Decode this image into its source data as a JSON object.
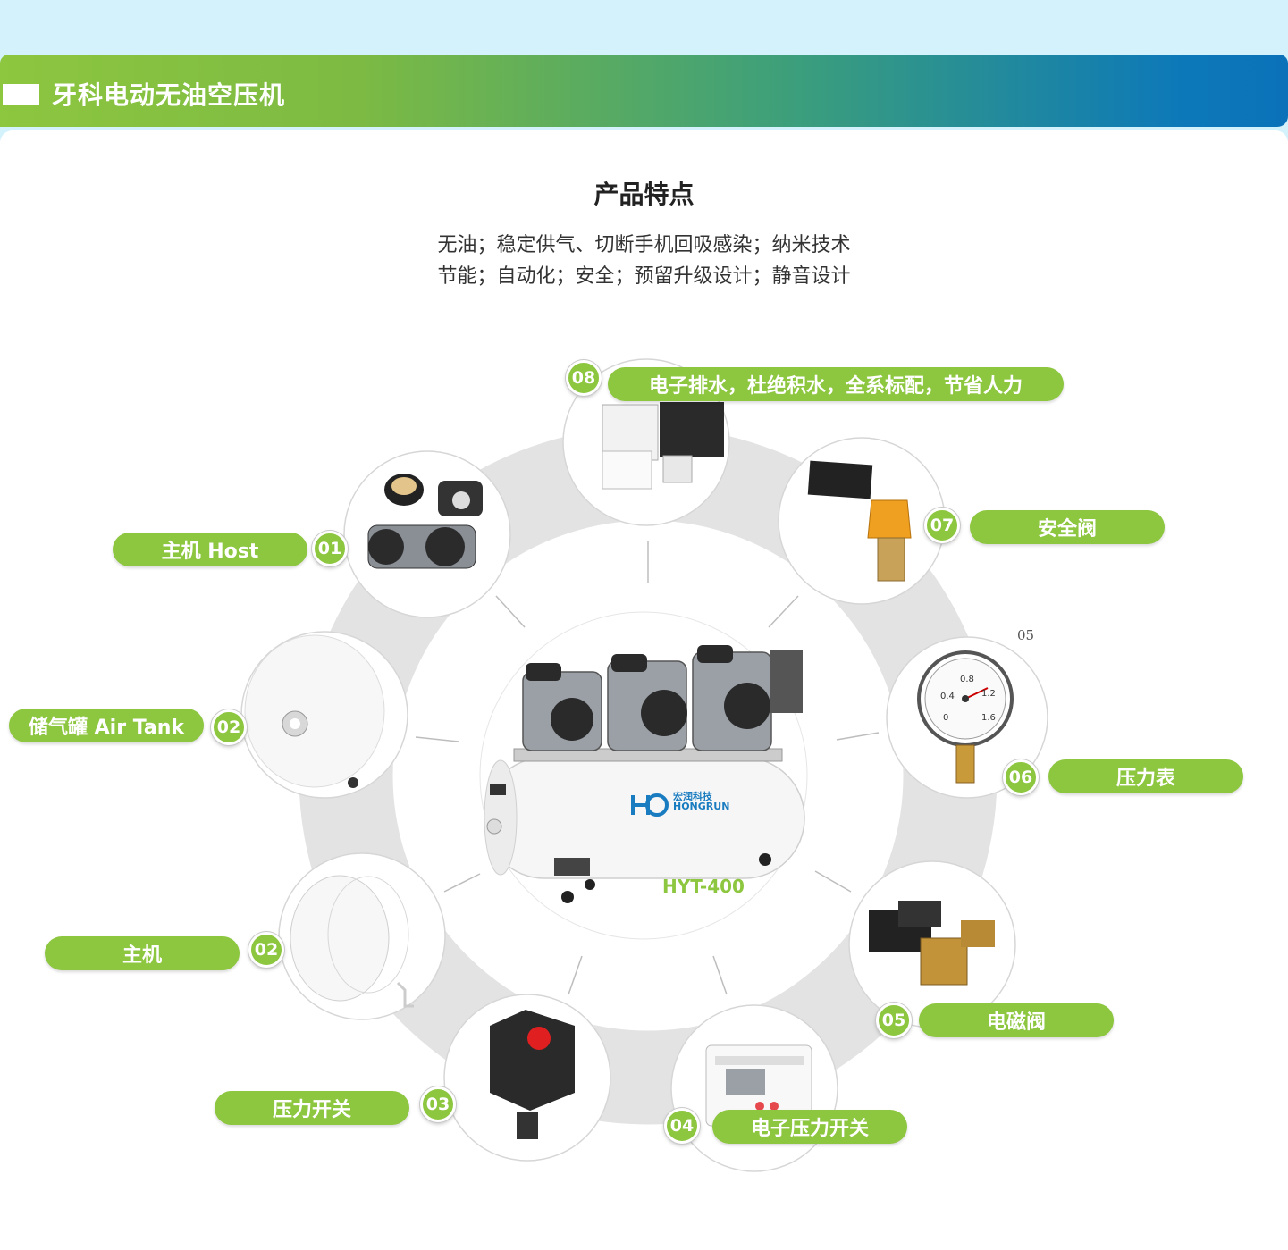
{
  "header": {
    "title": "牙科电动无油空压机"
  },
  "features": {
    "title": "产品特点",
    "lines": [
      "无油；稳定供气、切断手机回吸感染；纳米技术",
      "节能；自动化；安全；预留升级设计；静音设计"
    ]
  },
  "product": {
    "model": "HYT-400",
    "brand_cn": "宏润科技",
    "brand_en": "HONGRUN"
  },
  "stray_number": "05",
  "components": [
    {
      "badge": "01",
      "label": "主机 Host",
      "icon": "motor-icon"
    },
    {
      "badge": "02",
      "label": "储气罐 Air Tank",
      "icon": "tank-icon"
    },
    {
      "badge": "02",
      "label": "主机",
      "icon": "pipe-icon"
    },
    {
      "badge": "03",
      "label": "压力开关",
      "icon": "pressure-switch-icon"
    },
    {
      "badge": "04",
      "label": "电子压力开关",
      "icon": "controller-icon"
    },
    {
      "badge": "05",
      "label": "电磁阀",
      "icon": "solenoid-valve-icon"
    },
    {
      "badge": "06",
      "label": "压力表",
      "icon": "gauge-icon"
    },
    {
      "badge": "07",
      "label": "安全阀",
      "icon": "safety-valve-icon"
    },
    {
      "badge": "08",
      "label": "电子排水，杜绝积水，全系标配，节省人力",
      "icon": "drain-valve-icon"
    }
  ],
  "gauge_ticks": [
    "0.4",
    "0.8",
    "1.2",
    "1.6",
    "0"
  ]
}
